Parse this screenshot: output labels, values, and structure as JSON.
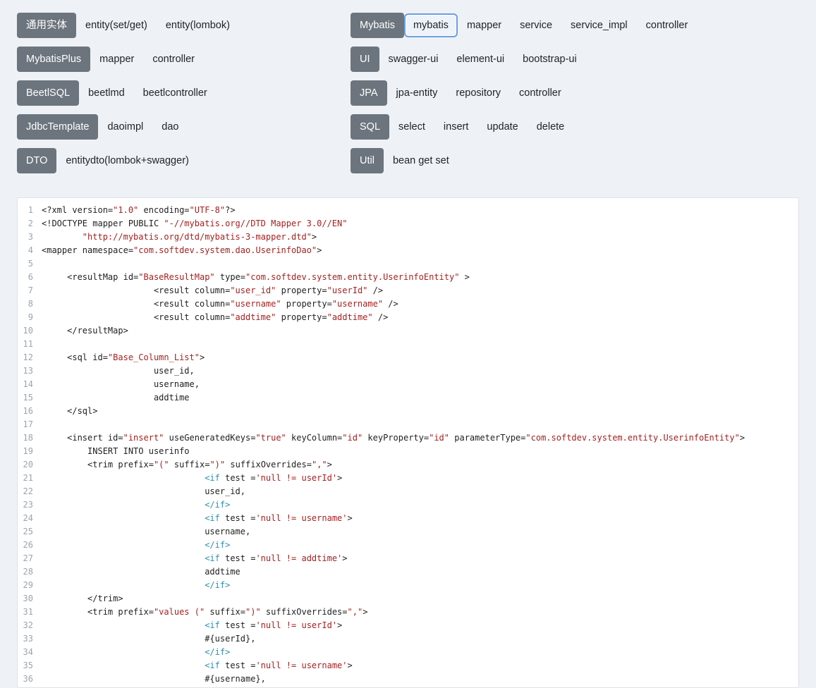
{
  "colors": {
    "page_bg": "#eef1f5",
    "group_button_bg": "#6c757d",
    "selected_border": "#6d9ee0",
    "editor_bg": "#ffffff",
    "string_token": "#a52121",
    "keyword_token": "#2b91af",
    "line_number": "#9aa5ad"
  },
  "toolbar": {
    "columns": [
      {
        "name": "left",
        "groups": [
          {
            "id": "common-entity",
            "label": "通用实体",
            "items": [
              {
                "t": "entity(set/get)"
              },
              {
                "t": "entity(lombok)"
              }
            ]
          },
          {
            "id": "mybatis-plus",
            "label": "MybatisPlus",
            "items": [
              {
                "t": "mapper"
              },
              {
                "t": "controller"
              }
            ]
          },
          {
            "id": "beetlsql",
            "label": "BeetlSQL",
            "items": [
              {
                "t": "beetlmd"
              },
              {
                "t": "beetlcontroller"
              }
            ]
          },
          {
            "id": "jdbctemplate",
            "label": "JdbcTemplate",
            "items": [
              {
                "t": "daoimpl"
              },
              {
                "t": "dao"
              }
            ]
          },
          {
            "id": "dto",
            "label": "DTO",
            "items": [
              {
                "t": "entitydto(lombok+swagger)"
              }
            ]
          }
        ]
      },
      {
        "name": "right",
        "groups": [
          {
            "id": "mybatis",
            "label": "Mybatis",
            "items": [
              {
                "t": "mybatis",
                "selected": true
              },
              {
                "t": "mapper"
              },
              {
                "t": "service"
              },
              {
                "t": "service_impl"
              },
              {
                "t": "controller"
              }
            ]
          },
          {
            "id": "ui",
            "label": "UI",
            "items": [
              {
                "t": "swagger-ui"
              },
              {
                "t": "element-ui"
              },
              {
                "t": "bootstrap-ui"
              }
            ]
          },
          {
            "id": "jpa",
            "label": "JPA",
            "items": [
              {
                "t": "jpa-entity"
              },
              {
                "t": "repository"
              },
              {
                "t": "controller"
              }
            ]
          },
          {
            "id": "sql",
            "label": "SQL",
            "items": [
              {
                "t": "select"
              },
              {
                "t": "insert"
              },
              {
                "t": "update"
              },
              {
                "t": "delete"
              }
            ]
          },
          {
            "id": "util",
            "label": "Util",
            "items": [
              {
                "t": "bean get set"
              }
            ]
          }
        ]
      }
    ]
  },
  "editor": {
    "lines": [
      {
        "n": 1,
        "seg": [
          [
            "d",
            "<?xml version="
          ],
          [
            "s",
            "\"1.0\""
          ],
          [
            "d",
            " encoding="
          ],
          [
            "s",
            "\"UTF-8\""
          ],
          [
            "d",
            "?>"
          ]
        ]
      },
      {
        "n": 2,
        "seg": [
          [
            "d",
            "<!DOCTYPE mapper PUBLIC "
          ],
          [
            "s",
            "\"-//mybatis.org//DTD Mapper 3.0//EN\""
          ]
        ]
      },
      {
        "n": 3,
        "seg": [
          [
            "d",
            "        "
          ],
          [
            "s",
            "\"http://mybatis.org/dtd/mybatis-3-mapper.dtd\""
          ],
          [
            "d",
            ">"
          ]
        ]
      },
      {
        "n": 4,
        "seg": [
          [
            "d",
            "<mapper namespace="
          ],
          [
            "s",
            "\"com.softdev.system.dao.UserinfoDao\""
          ],
          [
            "d",
            ">"
          ]
        ]
      },
      {
        "n": 5,
        "seg": []
      },
      {
        "n": 6,
        "seg": [
          [
            "d",
            "     <resultMap id="
          ],
          [
            "s",
            "\"BaseResultMap\""
          ],
          [
            "d",
            " type="
          ],
          [
            "s",
            "\"com.softdev.system.entity.UserinfoEntity\""
          ],
          [
            "d",
            " >"
          ]
        ]
      },
      {
        "n": 7,
        "seg": [
          [
            "d",
            "                      <result column="
          ],
          [
            "s",
            "\"user_id\""
          ],
          [
            "d",
            " property="
          ],
          [
            "s",
            "\"userId\""
          ],
          [
            "d",
            " />"
          ]
        ]
      },
      {
        "n": 8,
        "seg": [
          [
            "d",
            "                      <result column="
          ],
          [
            "s",
            "\"username\""
          ],
          [
            "d",
            " property="
          ],
          [
            "s",
            "\"username\""
          ],
          [
            "d",
            " />"
          ]
        ]
      },
      {
        "n": 9,
        "seg": [
          [
            "d",
            "                      <result column="
          ],
          [
            "s",
            "\"addtime\""
          ],
          [
            "d",
            " property="
          ],
          [
            "s",
            "\"addtime\""
          ],
          [
            "d",
            " />"
          ]
        ]
      },
      {
        "n": 10,
        "seg": [
          [
            "d",
            "     </resultMap>"
          ]
        ]
      },
      {
        "n": 11,
        "seg": []
      },
      {
        "n": 12,
        "seg": [
          [
            "d",
            "     <sql id="
          ],
          [
            "s",
            "\"Base_Column_List\""
          ],
          [
            "d",
            ">"
          ]
        ]
      },
      {
        "n": 13,
        "seg": [
          [
            "d",
            "                      user_id,"
          ]
        ]
      },
      {
        "n": 14,
        "seg": [
          [
            "d",
            "                      username,"
          ]
        ]
      },
      {
        "n": 15,
        "seg": [
          [
            "d",
            "                      addtime"
          ]
        ]
      },
      {
        "n": 16,
        "seg": [
          [
            "d",
            "     </sql>"
          ]
        ]
      },
      {
        "n": 17,
        "seg": []
      },
      {
        "n": 18,
        "seg": [
          [
            "d",
            "     <insert id="
          ],
          [
            "s",
            "\"insert\""
          ],
          [
            "d",
            " useGeneratedKeys="
          ],
          [
            "s",
            "\"true\""
          ],
          [
            "d",
            " keyColumn="
          ],
          [
            "s",
            "\"id\""
          ],
          [
            "d",
            " keyProperty="
          ],
          [
            "s",
            "\"id\""
          ],
          [
            "d",
            " parameterType="
          ],
          [
            "s",
            "\"com.softdev.system.entity.UserinfoEntity\""
          ],
          [
            "d",
            ">"
          ]
        ]
      },
      {
        "n": 19,
        "seg": [
          [
            "d",
            "         INSERT INTO userinfo"
          ]
        ]
      },
      {
        "n": 20,
        "seg": [
          [
            "d",
            "         <trim prefix="
          ],
          [
            "s",
            "\"(\""
          ],
          [
            "d",
            " suffix="
          ],
          [
            "s",
            "\")\""
          ],
          [
            "d",
            " suffixOverrides="
          ],
          [
            "s",
            "\",\""
          ],
          [
            "d",
            ">"
          ]
        ]
      },
      {
        "n": 21,
        "seg": [
          [
            "d",
            "                                "
          ],
          [
            "t",
            "<if"
          ],
          [
            "d",
            " test ="
          ],
          [
            "s",
            "'null != userId'"
          ],
          [
            "d",
            ">"
          ]
        ]
      },
      {
        "n": 22,
        "seg": [
          [
            "d",
            "                                user_id,"
          ]
        ]
      },
      {
        "n": 23,
        "seg": [
          [
            "d",
            "                                "
          ],
          [
            "t",
            "</if>"
          ]
        ]
      },
      {
        "n": 24,
        "seg": [
          [
            "d",
            "                                "
          ],
          [
            "t",
            "<if"
          ],
          [
            "d",
            " test ="
          ],
          [
            "s",
            "'null != username'"
          ],
          [
            "d",
            ">"
          ]
        ]
      },
      {
        "n": 25,
        "seg": [
          [
            "d",
            "                                username,"
          ]
        ]
      },
      {
        "n": 26,
        "seg": [
          [
            "d",
            "                                "
          ],
          [
            "t",
            "</if>"
          ]
        ]
      },
      {
        "n": 27,
        "seg": [
          [
            "d",
            "                                "
          ],
          [
            "t",
            "<if"
          ],
          [
            "d",
            " test ="
          ],
          [
            "s",
            "'null != addtime'"
          ],
          [
            "d",
            ">"
          ]
        ]
      },
      {
        "n": 28,
        "seg": [
          [
            "d",
            "                                addtime"
          ]
        ]
      },
      {
        "n": 29,
        "seg": [
          [
            "d",
            "                                "
          ],
          [
            "t",
            "</if>"
          ]
        ]
      },
      {
        "n": 30,
        "seg": [
          [
            "d",
            "         </trim>"
          ]
        ]
      },
      {
        "n": 31,
        "seg": [
          [
            "d",
            "         <trim prefix="
          ],
          [
            "s",
            "\"values (\""
          ],
          [
            "d",
            " suffix="
          ],
          [
            "s",
            "\")\""
          ],
          [
            "d",
            " suffixOverrides="
          ],
          [
            "s",
            "\",\""
          ],
          [
            "d",
            ">"
          ]
        ]
      },
      {
        "n": 32,
        "seg": [
          [
            "d",
            "                                "
          ],
          [
            "t",
            "<if"
          ],
          [
            "d",
            " test ="
          ],
          [
            "s",
            "'null != userId'"
          ],
          [
            "d",
            ">"
          ]
        ]
      },
      {
        "n": 33,
        "seg": [
          [
            "d",
            "                                #{userId},"
          ]
        ]
      },
      {
        "n": 34,
        "seg": [
          [
            "d",
            "                                "
          ],
          [
            "t",
            "</if>"
          ]
        ]
      },
      {
        "n": 35,
        "seg": [
          [
            "d",
            "                                "
          ],
          [
            "t",
            "<if"
          ],
          [
            "d",
            " test ="
          ],
          [
            "s",
            "'null != username'"
          ],
          [
            "d",
            ">"
          ]
        ]
      },
      {
        "n": 36,
        "seg": [
          [
            "d",
            "                                #{username},"
          ]
        ]
      }
    ]
  }
}
